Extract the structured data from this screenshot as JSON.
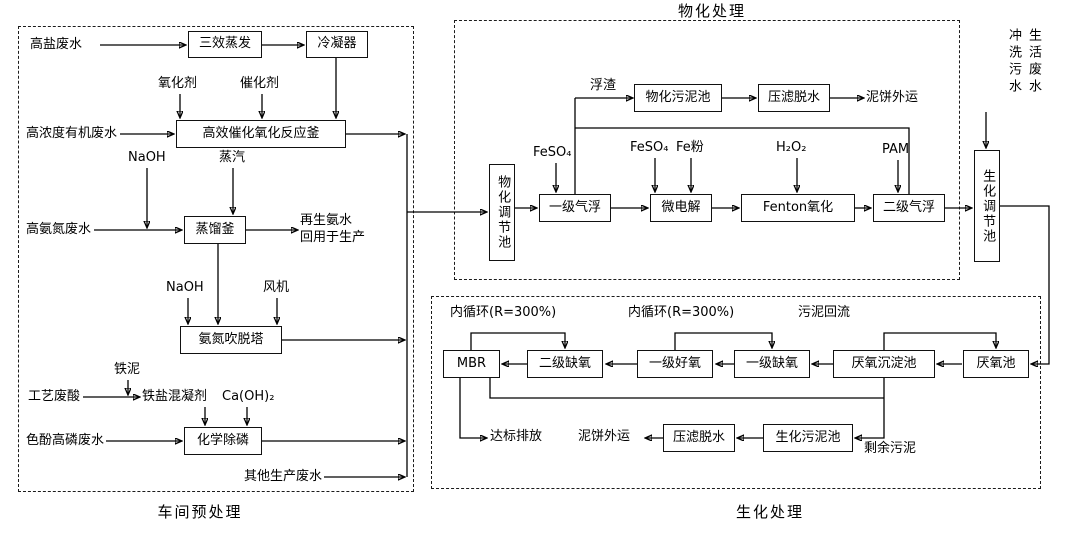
{
  "captions": {
    "pretreatment": "车间预处理",
    "physchem": "物化处理",
    "biochem": "生化处理"
  },
  "pretreatment": {
    "streams": {
      "high_salt": "高盐废水",
      "high_conc_organic": "高浓度有机废水",
      "high_ammonia": "高氨氮废水",
      "waste_acid": "工艺废酸",
      "phenol_phosphorus": "色酚高磷废水",
      "other_production": "其他生产废水"
    },
    "units": {
      "triple_effect_evaporation": "三效蒸发",
      "condenser": "冷凝器",
      "catalytic_oxidation_reactor": "高效催化氧化反应釜",
      "distillation_kettle": "蒸馏釜",
      "ammonia_stripping_tower": "氨氮吹脱塔",
      "chemical_phosphorus_removal": "化学除磷"
    },
    "reagents": {
      "oxidant": "氧化剂",
      "catalyst": "催化剂",
      "naoh_1": "NaOH",
      "steam": "蒸汽",
      "naoh_2": "NaOH",
      "fan": "风机",
      "iron_sludge": "铁泥",
      "iron_coagulant": "铁盐混凝剂",
      "lime": "Ca(OH)₂"
    },
    "notes": {
      "ammonia_reuse_1": "再生氨水",
      "ammonia_reuse_2": "回用于生产"
    }
  },
  "physchem": {
    "units": {
      "equalization_tank": "物化调节池",
      "primary_flotation": "一级气浮",
      "micro_electrolysis": "微电解",
      "fenton_oxidation": "Fenton氧化",
      "secondary_flotation": "二级气浮",
      "sludge_tank": "物化污泥池",
      "filter_press": "压滤脱水"
    },
    "reagents": {
      "feso4_flotation": "FeSO₄",
      "feso4_electrolysis": "FeSO₄",
      "fe_powder": "Fe粉",
      "h2o2": "H₂O₂",
      "pam": "PAM"
    },
    "labels": {
      "scum": "浮渣",
      "sludge_cake_out": "泥饼外运"
    }
  },
  "biochem": {
    "inputs": {
      "flushing": "冲洗污水",
      "domestic": "生活废水"
    },
    "units": {
      "equalization_tank": "生化调节池",
      "anaerobic_tank": "厌氧池",
      "anaerobic_settling": "厌氧沉淀池",
      "primary_anoxic": "一级缺氧",
      "primary_aerobic": "一级好氧",
      "secondary_anoxic": "二级缺氧",
      "mbr": "MBR",
      "bio_sludge_tank": "生化污泥池",
      "filter_press": "压滤脱水"
    },
    "labels": {
      "internal_recycle_left": "内循环(R=300%)",
      "internal_recycle_right": "内循环(R=300%)",
      "sludge_return": "污泥回流",
      "excess_sludge": "剩余污泥",
      "discharge": "达标排放",
      "sludge_cake_out": "泥饼外运"
    }
  }
}
